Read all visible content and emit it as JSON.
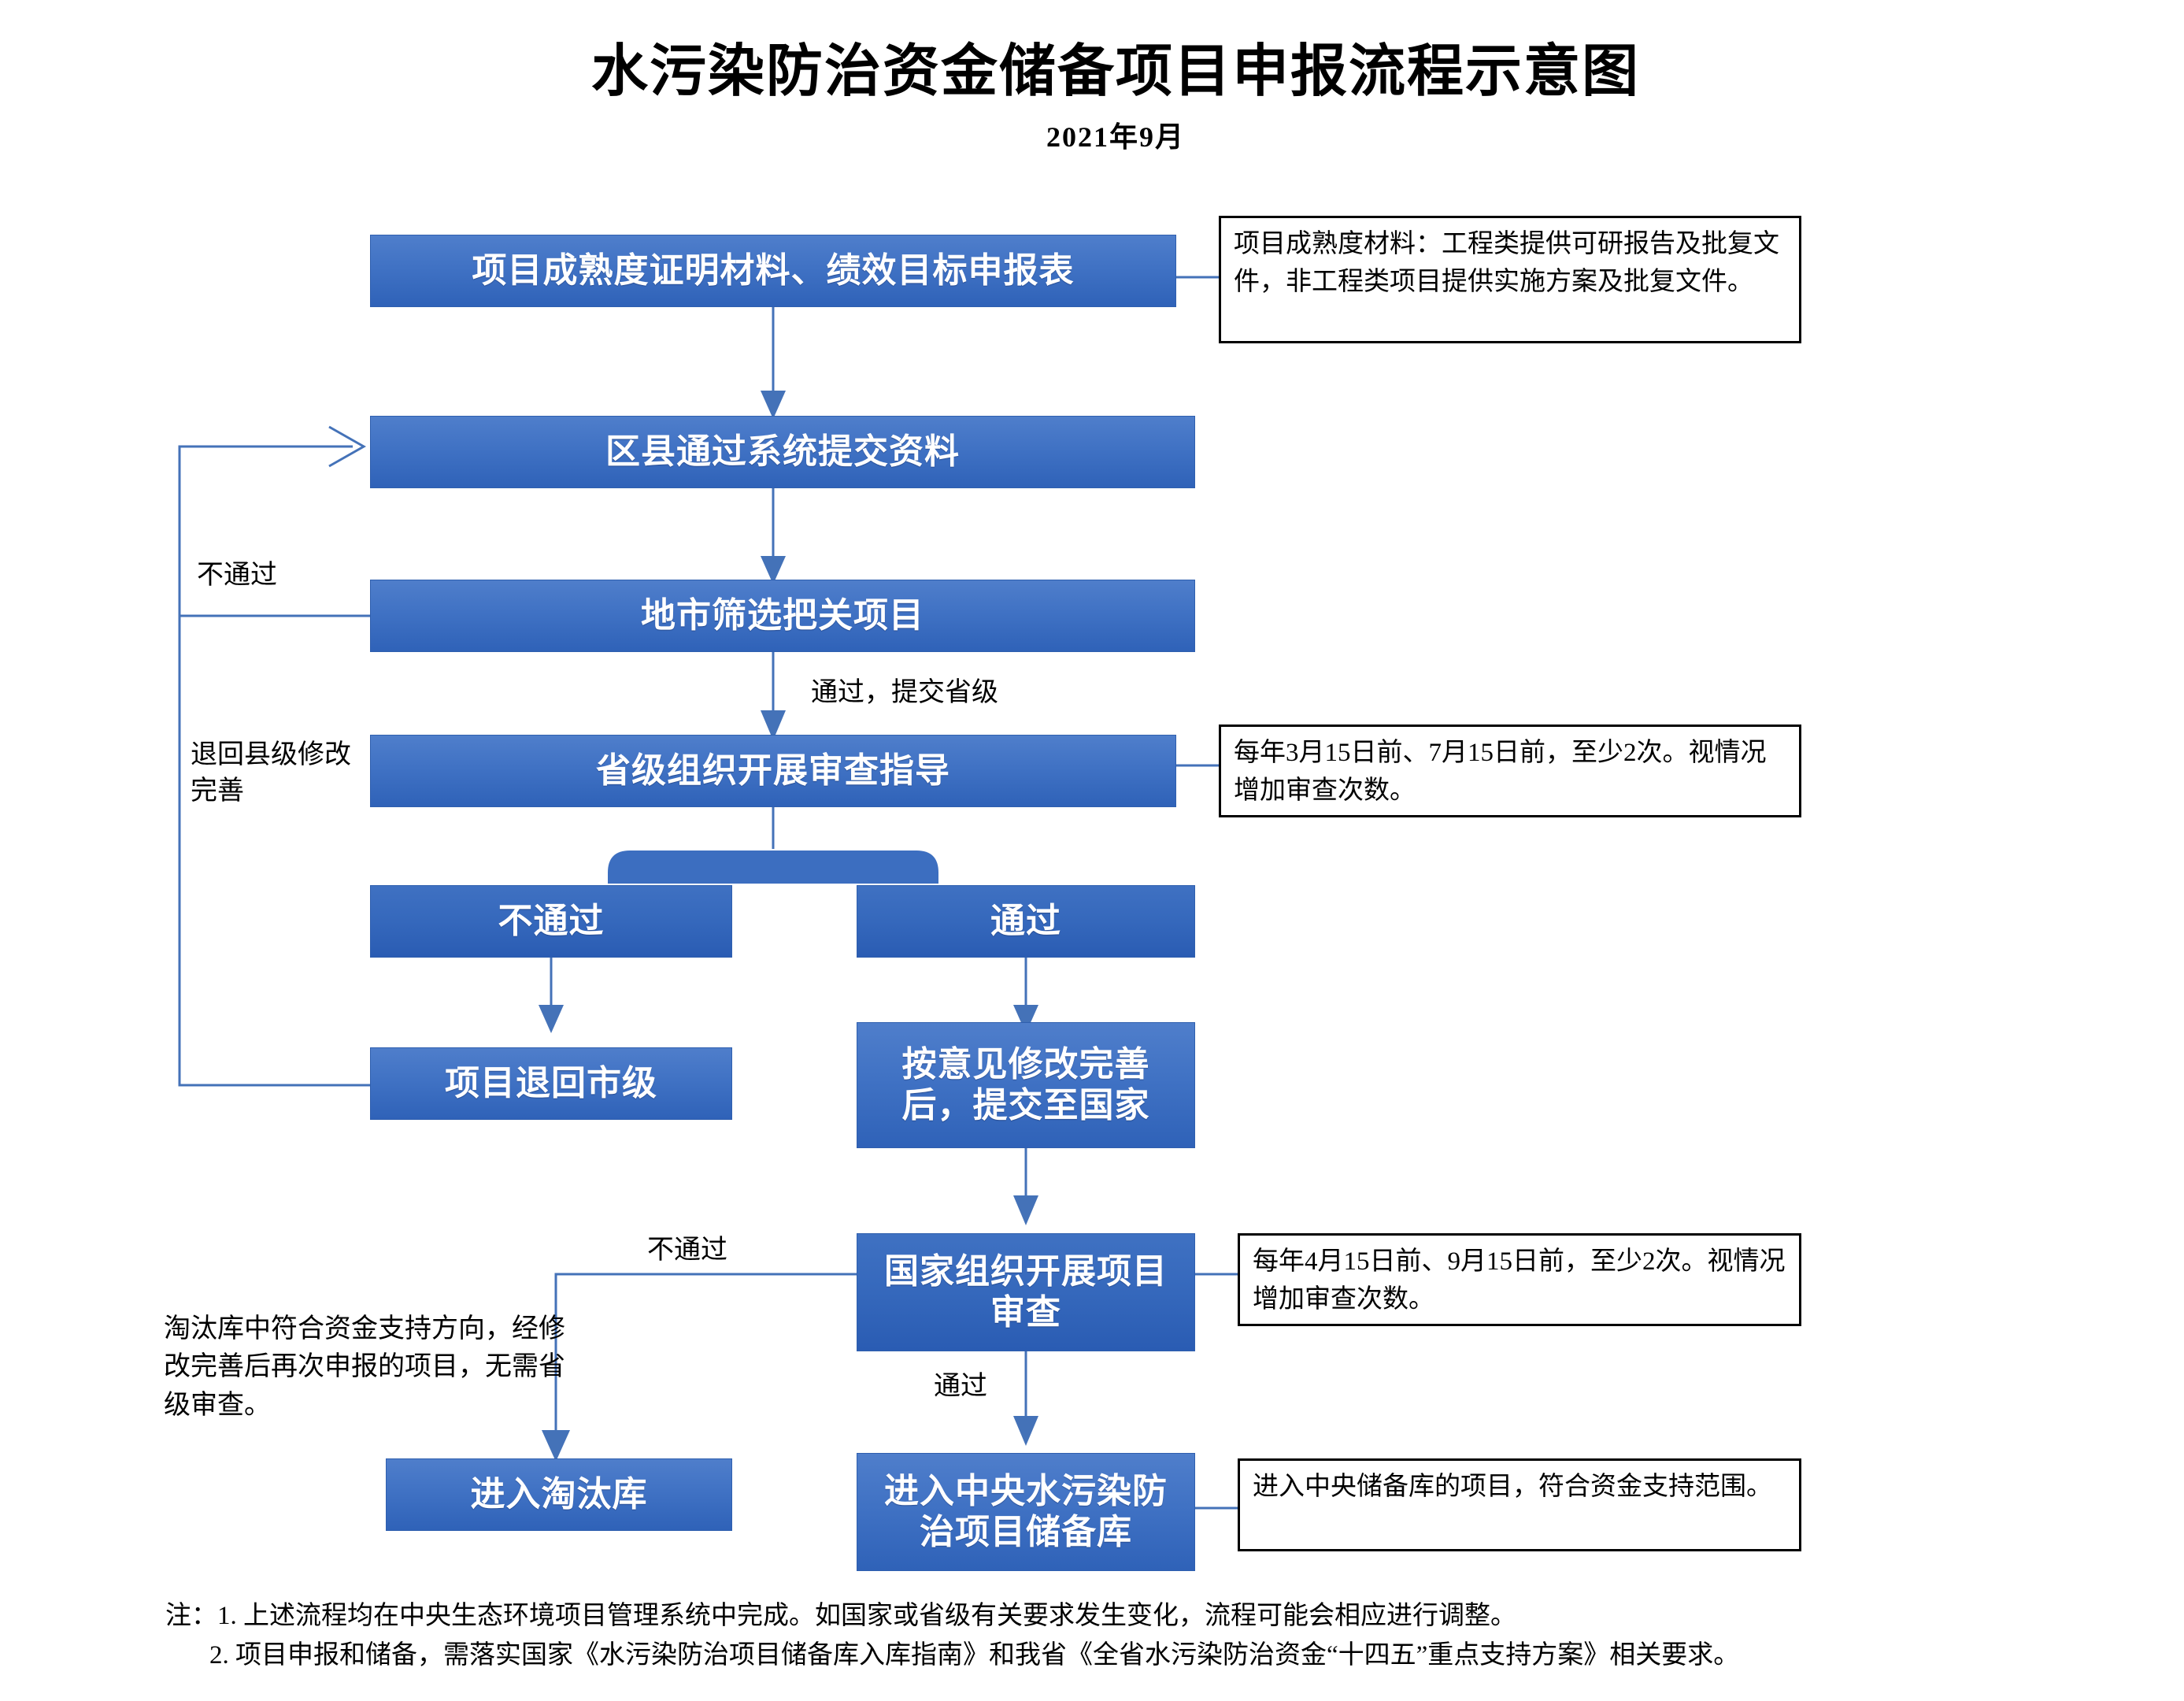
{
  "header": {
    "title": "水污染防治资金储备项目申报流程示意图",
    "subtitle": "2021年9月"
  },
  "nodes": {
    "materials": "项目成熟度证明材料、绩效目标申报表",
    "county_submit": "区县通过系统提交资料",
    "city_screen": "地市筛选把关项目",
    "province_review": "省级组织开展审查指导",
    "province_fail": "不通过",
    "province_pass": "通过",
    "return_to_city": "项目退回市级",
    "revise_submit_national": "按意见修改完善后，提交至国家",
    "national_review": "国家组织开展项目审查",
    "enter_eliminated": "进入淘汰库",
    "enter_central_reserve": "进入中央水污染防治项目储备库"
  },
  "notes": {
    "materials_note": "项目成熟度材料：工程类提供可研报告及批复文件，非工程类项目提供实施方案及批复文件。",
    "province_note": "每年3月15日前、7月15日前，至少2次。视情况增加审查次数。",
    "national_note": "每年4月15日前、9月15日前，至少2次。视情况增加审查次数。",
    "reserve_note": "进入中央储备库的项目，符合资金支持范围。"
  },
  "edge_labels": {
    "city_fail": "不通过",
    "return_county_revise": "退回县级修改完善",
    "city_pass_to_province": "通过，提交省级",
    "national_fail": "不通过",
    "national_pass": "通过",
    "eliminated_note": "淘汰库中符合资金支持方向，经修改完善后再次申报的项目，无需省级审查。"
  },
  "footer": {
    "line1": "注：1. 上述流程均在中央生态环境项目管理系统中完成。如国家或省级有关要求发生变化，流程可能会相应进行调整。",
    "line2": "2. 项目申报和储备，需落实国家《水污染防治项目储备库入库指南》和我省《全省水污染防治资金“十四五”重点支持方案》相关要求。"
  },
  "colors": {
    "box_fill_top": "#4f7ecb",
    "box_fill_bottom": "#2f62b8",
    "connector": "#4472b8",
    "note_border": "#000000",
    "box_text": "#ffffff"
  }
}
